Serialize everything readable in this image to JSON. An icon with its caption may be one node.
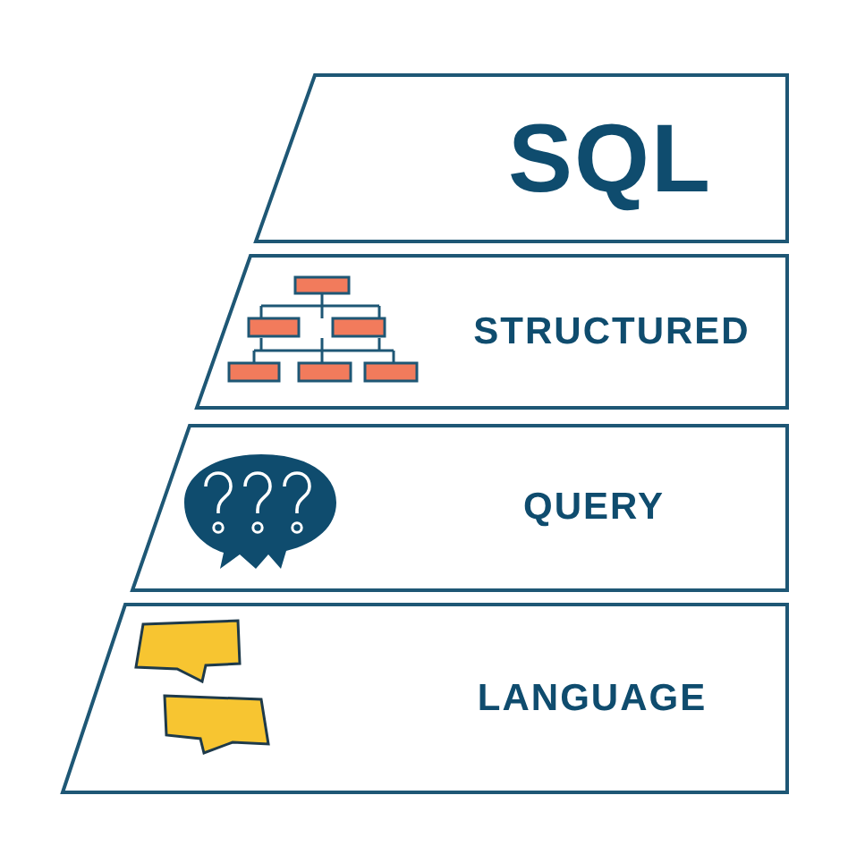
{
  "diagram": {
    "nodes": [
      {
        "text": [
          "SQL"
        ]
      },
      {
        "text": [
          "STRUCTURED"
        ]
      },
      {
        "text": [
          "QUERY"
        ]
      },
      {
        "text": [
          "LANGUAGE"
        ]
      }
    ]
  }
}
